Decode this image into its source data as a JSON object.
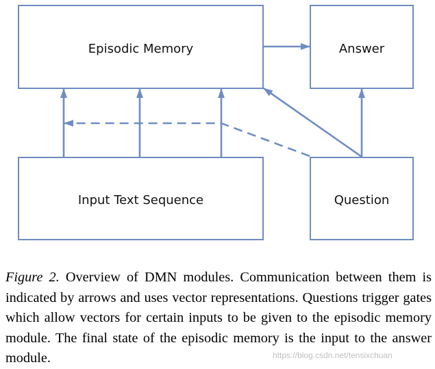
{
  "diagram": {
    "boxes": {
      "episodic_memory": "Episodic Memory",
      "answer": "Answer",
      "input_text_sequence": "Input Text Sequence",
      "question": "Question"
    },
    "colors": {
      "box_border": "#6d8bbf",
      "arrow": "#6f8dc2"
    }
  },
  "caption": {
    "figure_label": "Figure 2.",
    "text": " Overview of DMN modules. Communication between them is indicated by arrows and uses vector representations. Questions trigger gates which allow vectors for certain inputs to be given to the episodic memory module. The final state of the episodic memory is the input to the answer module."
  },
  "watermark": {
    "text": "https://blog.csdn.net/tensixchuan"
  }
}
